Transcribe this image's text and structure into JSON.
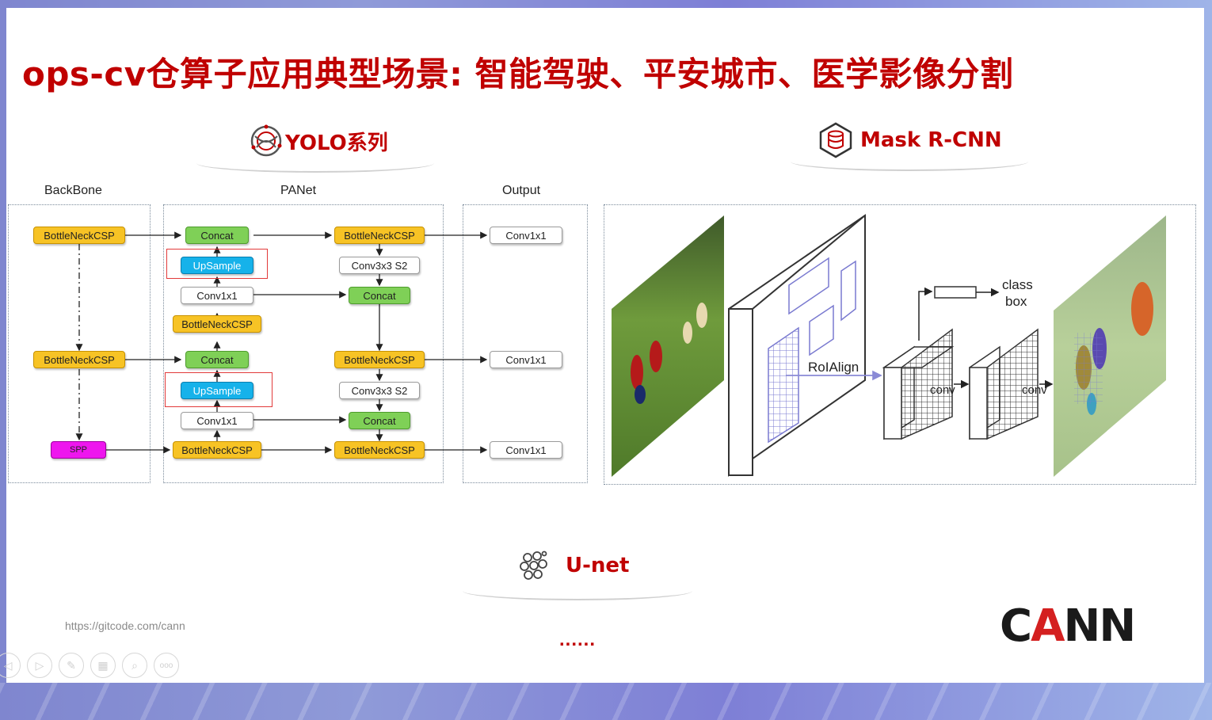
{
  "title": "ops-cv仓算子应用典型场景: 智能驾驶、平安城市、医学影像分割",
  "colors": {
    "title": "#c00000",
    "logo_accent": "#d42020"
  },
  "sections": {
    "yolo": {
      "label": "YOLO系列",
      "icon": "yolo-logo-icon",
      "color": "#c00000"
    },
    "maskrcnn": {
      "label": "Mask R-CNN",
      "icon": "database-hexagon-icon",
      "color": "#c00000"
    },
    "unet": {
      "label": "U-net",
      "icon": "cluster-circles-icon",
      "color": "#c00000"
    }
  },
  "yolo_diagram": {
    "backbone_label": "BackBone",
    "panet_label": "PANet",
    "output_label": "Output",
    "backbone": [
      "BottleNeckCSP",
      "BottleNeckCSP",
      "SPP"
    ],
    "panet_left": [
      "Concat",
      "UpSample",
      "Conv1x1",
      "BottleNeckCSP",
      "Concat",
      "UpSample",
      "Conv1x1",
      "BottleNeckCSP"
    ],
    "panet_right": [
      "BottleNeckCSP",
      "Conv3x3 S2",
      "Concat",
      "BottleNeckCSP",
      "Conv3x3 S2",
      "Concat",
      "BottleNeckCSP"
    ],
    "outputs": [
      "Conv1x1",
      "Conv1x1",
      "Conv1x1"
    ]
  },
  "maskrcnn_diagram": {
    "roialign": "RoIAlign",
    "conv1": "conv",
    "conv2": "conv",
    "class": "class",
    "box": "box"
  },
  "footer": {
    "url": "https://gitcode.com/cann",
    "ellipsis": "......",
    "logo": {
      "c": "C",
      "a": "A",
      "nn": "NN"
    }
  },
  "controls": [
    {
      "name": "prev-icon",
      "glyph": "◁"
    },
    {
      "name": "play-icon",
      "glyph": "▷"
    },
    {
      "name": "pen-icon",
      "glyph": "✎"
    },
    {
      "name": "slides-icon",
      "glyph": "▦"
    },
    {
      "name": "zoom-icon",
      "glyph": "⌕"
    },
    {
      "name": "more-icon",
      "glyph": "ooo"
    }
  ]
}
